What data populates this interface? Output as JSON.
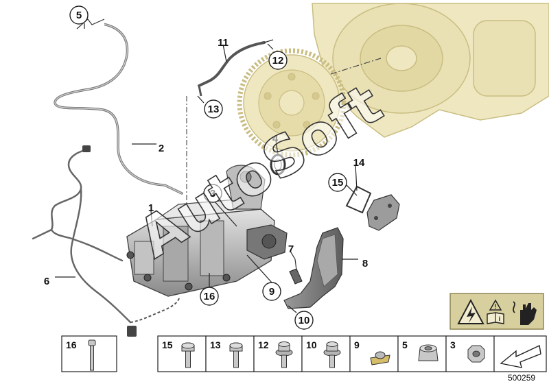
{
  "diagram": {
    "callouts": [
      {
        "id": "c1",
        "text": "1"
      },
      {
        "id": "c2",
        "text": "2"
      },
      {
        "id": "c3",
        "text": "3"
      },
      {
        "id": "c4",
        "text": "4"
      },
      {
        "id": "c5",
        "text": "5"
      },
      {
        "id": "c6",
        "text": "6"
      },
      {
        "id": "c7",
        "text": "7"
      },
      {
        "id": "c8",
        "text": "8"
      },
      {
        "id": "c9",
        "text": "9"
      },
      {
        "id": "c10",
        "text": "10"
      },
      {
        "id": "c11",
        "text": "11"
      },
      {
        "id": "c12",
        "text": "12"
      },
      {
        "id": "c13",
        "text": "13"
      },
      {
        "id": "c14",
        "text": "14"
      },
      {
        "id": "c15",
        "text": "15"
      },
      {
        "id": "c16",
        "text": "16"
      }
    ],
    "watermark": "AutoSoft",
    "warning_icons": [
      "electric-hazard-icon",
      "caution-manual-icon",
      "glove-hazard-icon"
    ],
    "legend": [
      {
        "num": "16",
        "part": "bolt-long"
      },
      {
        "num": "15",
        "part": "bolt-short"
      },
      {
        "num": "13",
        "part": "bolt-flange"
      },
      {
        "num": "12",
        "part": "bolt-collar"
      },
      {
        "num": "10",
        "part": "bolt-washer"
      },
      {
        "num": "9",
        "part": "clip-nut"
      },
      {
        "num": "5",
        "part": "cage-nut"
      },
      {
        "num": "3",
        "part": "hex-nut"
      }
    ],
    "diagram_number": "500259",
    "colors": {
      "transmission_fill": "#efe7bf",
      "transmission_stroke": "#c9bd82",
      "parts_gray": "#c8c8c8",
      "warning_fill": "#d8cf9f",
      "line": "#222222"
    }
  }
}
